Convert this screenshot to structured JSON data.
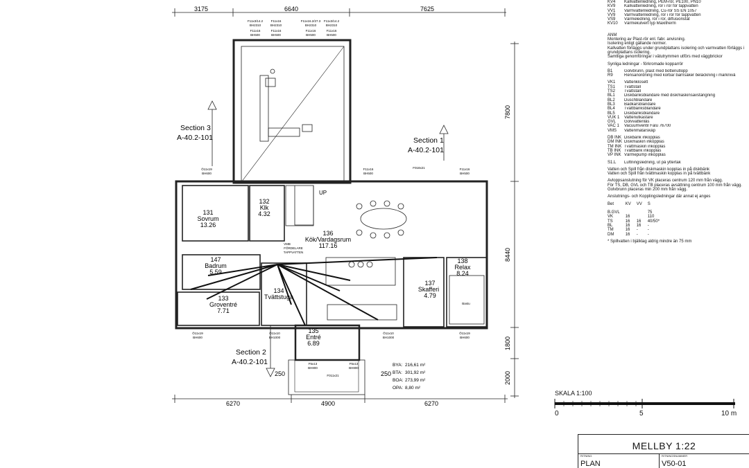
{
  "dimensions": {
    "top": [
      "3175",
      "6640",
      "7625"
    ],
    "right": [
      "7800",
      "8440",
      "1800",
      "2000"
    ],
    "bottom": [
      "6270",
      "4900",
      "6270"
    ],
    "porch_left": "250",
    "porch_right": "250"
  },
  "sections": [
    {
      "label": "Section 3",
      "ref": "A-40.2-101"
    },
    {
      "label": "Section 1",
      "ref": "A-40.2-101"
    },
    {
      "label": "Section 2",
      "ref": "A-40.2-101"
    }
  ],
  "rooms": [
    {
      "num": "131",
      "name": "Sovrum",
      "area": "13.26"
    },
    {
      "num": "132",
      "name": "Klk",
      "area": "4.32"
    },
    {
      "num": "136",
      "name": "Kök/Vardagsrum",
      "area": "117.16"
    },
    {
      "num": "147",
      "name": "Badrum",
      "area": "5.59"
    },
    {
      "num": "133",
      "name": "Groventré",
      "area": "7.71"
    },
    {
      "num": "134",
      "name": "Tvättstuga",
      "area": ""
    },
    {
      "num": "135",
      "name": "Entré",
      "area": "6.89"
    },
    {
      "num": "137",
      "name": "Skafferi",
      "area": "4.79"
    },
    {
      "num": "138",
      "name": "Relax",
      "area": "8.24"
    }
  ],
  "windows_top": [
    {
      "a": "F11x3/14.2",
      "b": "BH2310",
      "c": "F11x16",
      "d": "BH500"
    },
    {
      "a": "F11x16",
      "b": "BH2310",
      "c": "F11x16",
      "d": "BH500"
    },
    {
      "a": "F11x16.2/27.3",
      "b": "BH2310",
      "c": "F11x16",
      "d": "BH500"
    },
    {
      "a": "F11x3/14.2",
      "b": "BH2310",
      "c": "F11x16",
      "d": "BH500"
    }
  ],
  "small_labels": {
    "w_mid_left": "Ö11x19",
    "w_mid_left_b": "BH600",
    "w_mid_1": "F11x16",
    "w_mid_1_b": "BH500",
    "w_mid_2": "F018x21",
    "w_mid_3": "F11x16",
    "w_mid_3_b": "BH500",
    "w_bot_1": "Ö11x19",
    "w_bot_1_b": "BH600",
    "w_bot_2": "Ö11x10",
    "w_bot_2_b": "BH1000",
    "w_bot_3": "Ö11x10",
    "w_bot_3_b": "BH1000",
    "w_bot_4": "Ö11x19",
    "w_bot_4_b": "BH600",
    "porch_w1": "F5x13",
    "porch_w1_b": "BH800",
    "porch_w2": "F5x13",
    "porch_w2_b": "BH800",
    "porch_door": "F011x21",
    "vmb": "VMB",
    "vmb2": "FÖRDELARE",
    "vmb3": "TAPPVATTEN",
    "up": "UP",
    "bastu": "Bastu"
  },
  "areas": [
    {
      "k": "BYA:",
      "v": "216,61 m²"
    },
    {
      "k": "BTA:",
      "v": "301,92 m²"
    },
    {
      "k": "BOA:",
      "v": "273,99 m²"
    },
    {
      "k": "OPA:",
      "v": "8,80 m²"
    }
  ],
  "legend": {
    "pipes": [
      {
        "c": "KV4",
        "d": "Kallvattenledning, PEM-rör, PE100, PN10"
      },
      {
        "c": "KV9",
        "d": "Kallvattenledning, rör i rör för tappvatten"
      },
      {
        "c": "VV1",
        "d": "Varmvattenledning, Cu-rör SS EN 1057"
      },
      {
        "c": "VV9",
        "d": "Varmvattenledning, rör i rör för tappvatten"
      },
      {
        "c": "VS9",
        "d": "Värmeledning, rör i rör, diffusionstät"
      },
      {
        "c": "KV10",
        "d": "Värmekulvert typ Maxitherm"
      }
    ],
    "anm_title": "ANM",
    "anm": [
      "Montering av Plast-rör enl. fabr. anvisning.",
      "Isolering enligt gällande normer.",
      "Kallvatten förläggs under grundplattans isolering och varmvatten förläggs i grundplattans isolering.",
      "Samtliga genomföringar i vätutrymmen utförs med väggbrickor"
    ],
    "synliga": "Synliga ledningar - förkromade kopparrör",
    "drains": [
      {
        "c": "B1",
        "d": "Golvbrunn, plast med bottenutlopp"
      },
      {
        "c": "R9",
        "d": "Rensanordning med korbar barnsäker beläckning i marknivå"
      }
    ],
    "fixtures": [
      {
        "c": "VK1",
        "d": "Vattenklosett"
      },
      {
        "c": "TS1",
        "d": "Tvättställ"
      },
      {
        "c": "TS2",
        "d": "Tvättställ"
      },
      {
        "c": "BL1",
        "d": "Diskbänksblandare med diskmaskinsavstängning"
      },
      {
        "c": "BL2",
        "d": "Duschblandare"
      },
      {
        "c": "BL3",
        "d": "Badkarsblandare"
      },
      {
        "c": "BL4",
        "d": "Tvättbänksblandare"
      },
      {
        "c": "BL5",
        "d": "Diskbänksblandare"
      },
      {
        "c": "VUK 1",
        "d": "Vattenutkastare"
      },
      {
        "c": "GVL",
        "d": "Golvvattenlås"
      },
      {
        "c": "VAC 1",
        "d": "Vacuumventil Falu 76700"
      },
      {
        "c": "VMS",
        "d": "Vattenmätarskåp"
      }
    ],
    "inkopp": [
      {
        "c": "DB INK",
        "d": "Diskbänk inkopplas"
      },
      {
        "c": "DM INK",
        "d": "Diskmaskin inkopplas"
      },
      {
        "c": "TM INK",
        "d": "Tvättmaskin inkopplas"
      },
      {
        "c": "TB INK",
        "d": "Tvättbänk inkopplas"
      },
      {
        "c": "VP INK",
        "d": "Värmepump inkopplas"
      }
    ],
    "s1l": {
      "c": "S1.L",
      "d": "Luftningsledning, ut på yttertak"
    },
    "notes": [
      "Vatten och Spill från diskmaskin kopplas in på diskbänk",
      "Vatten och Spill från tvättmaskin kopplas in på tvättbänk"
    ],
    "notes2": [
      "Avloppsanslutning för VK placeras centrum 120 mm från vägg.",
      "För TS, DB, GVL och TB placeras avsättning centrum 100 mm från vägg.",
      "Golvbrunn placeras min 200 mm från vägg."
    ],
    "conn_title": "Anslutnings- och Kopplingsledningar där annat ej anges",
    "conn_header": [
      "Bet",
      "KV",
      "VV",
      "S"
    ],
    "conn_rows": [
      [
        "B.GVL",
        "",
        "",
        "75"
      ],
      [
        "VK",
        "16",
        "",
        "110"
      ],
      [
        "TS",
        "16",
        "16",
        "40/50*"
      ],
      [
        "BL",
        "16",
        "16",
        "-"
      ],
      [
        "TM",
        "16",
        "-",
        "-"
      ],
      [
        "DM",
        "16",
        "-",
        "-"
      ]
    ],
    "footnote": "*  Spillvatten i bjälklag aldrig mindre än 75 mm"
  },
  "scale": {
    "title": "SKALA 1:100",
    "ticks": [
      "0",
      "5",
      "10 m"
    ]
  },
  "titleblock": {
    "project": "MELLBY 1:22",
    "lab_ritning": "RITNING",
    "ritning": "PLAN",
    "lab_nummer": "RITNINGSNUMMER",
    "nummer": "V50-01"
  }
}
